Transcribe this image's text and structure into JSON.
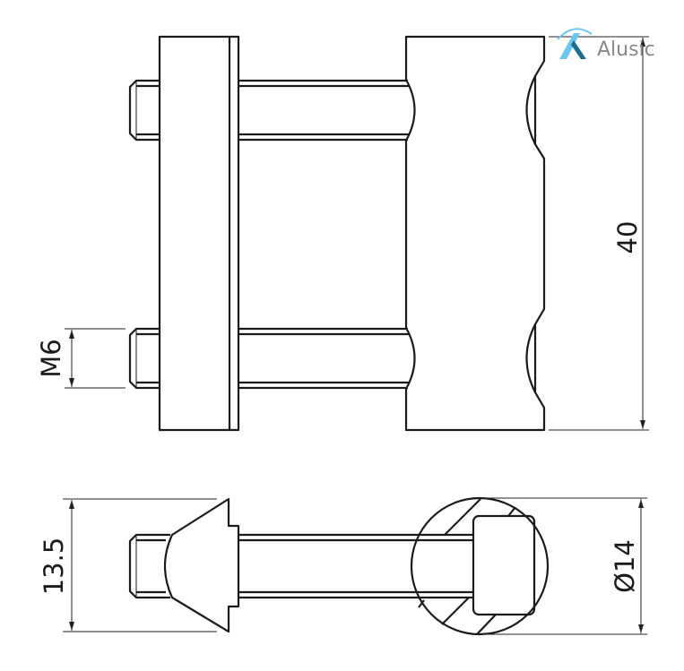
{
  "logo": {
    "text": "Alusic",
    "mark_color": "#6ec6ee",
    "mark_dark": "#1d6e8c"
  },
  "dimensions": {
    "height": "40",
    "thread": "M6",
    "width": "13.5",
    "diameter": "Ø14"
  }
}
